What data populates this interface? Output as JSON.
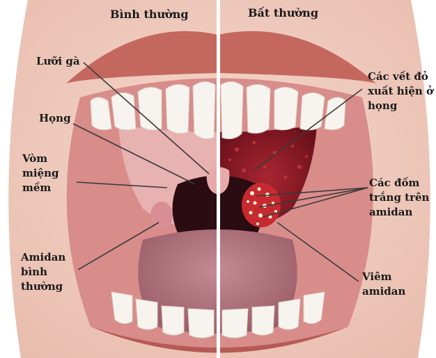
{
  "headers": {
    "left": "Bình thường",
    "right": "Bất thường"
  },
  "labels": {
    "uvula": "Lưỡi gà",
    "throat": "Họng",
    "soft_palate": "Vòm\nmiệng\nmềm",
    "normal_tonsil": "Amidan\nbình\nthường",
    "red_spots": "Các vết đỏ\nxuất hiện ở\nhọng",
    "white_spots": "Các đốm\ntrắng trên\namidan",
    "tonsillitis": "Viêm\namidan"
  },
  "colors": {
    "lip": "#c4685f",
    "skin": "#f0d0c4",
    "gum": "#d88d8a",
    "tooth": "#f7f4ef",
    "tongue": "#b77c86",
    "throat_normal": "#2a0c12",
    "palate_normal": "#e7b2b0",
    "palate_inflamed": "#8a1a25",
    "tonsil_inflamed": "#c62a2e",
    "white_spot": "#fbf4dc",
    "divider": "#ffffff",
    "leader_line": "#3a3a3a"
  }
}
